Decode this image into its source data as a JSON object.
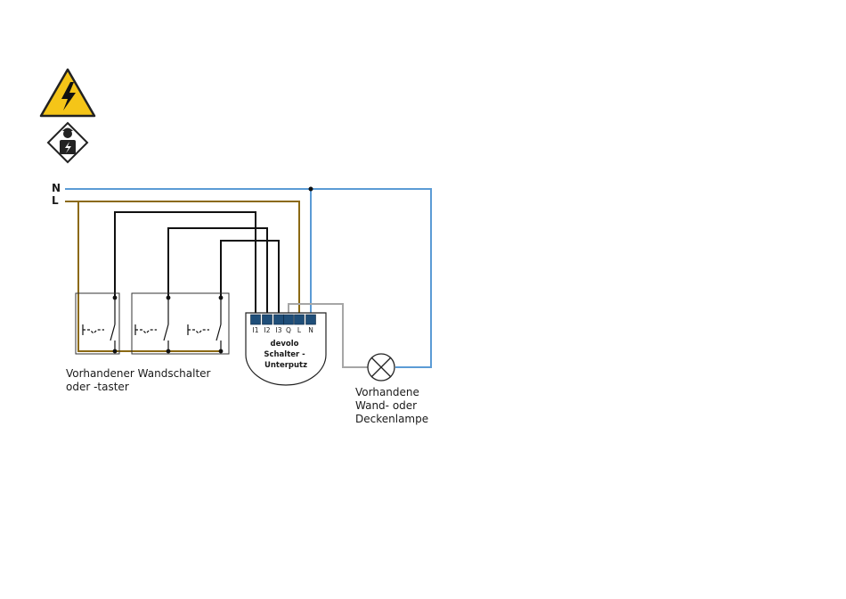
{
  "lines": {
    "n": "N",
    "l": "L"
  },
  "module": {
    "terminals": [
      "I1",
      "I2",
      "I3",
      "Q",
      "L",
      "N"
    ],
    "title_lines": [
      "devolo",
      "Schalter -",
      "Unterputz"
    ]
  },
  "switches_label": [
    "Vorhandener Wandschalter",
    "oder -taster"
  ],
  "lamp_label": [
    "Vorhandene",
    "Wand- oder",
    "Deckenlampe"
  ],
  "icons": {
    "warning": "high-voltage-warning-icon",
    "electrician": "electrician-icon"
  },
  "colors": {
    "neutral": "#5b9bd5",
    "live": "#8b6914",
    "signal": "#111111",
    "lamp_wire": "#a6a6a6",
    "terminal": "#1f4e79",
    "warning": "#f5c518"
  }
}
